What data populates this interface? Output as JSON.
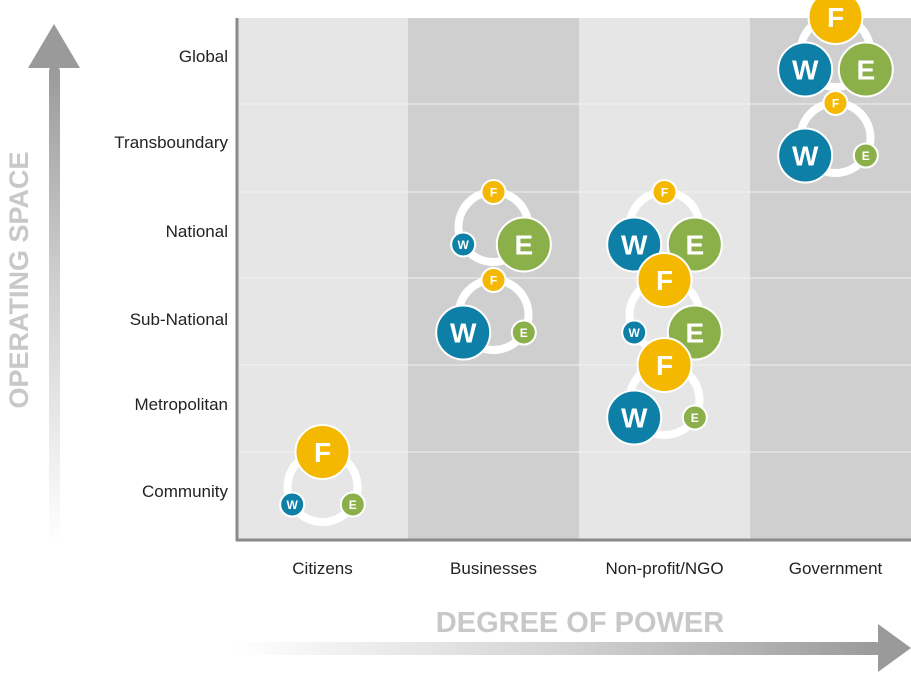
{
  "chart_data": {
    "type": "bubble-matrix",
    "x_axis_title": "DEGREE OF POWER",
    "y_axis_title": "OPERATING SPACE",
    "columns": [
      "Citizens",
      "Businesses",
      "Non-profit/NGO",
      "Government"
    ],
    "rows": [
      "Community",
      "Metropolitan",
      "Sub-National",
      "National",
      "Transboundary",
      "Global"
    ],
    "node_labels": {
      "F": "F",
      "W": "W",
      "E": "E"
    },
    "colors": {
      "F": "#f5b800",
      "W": "#0e7fa6",
      "E": "#8bb04a",
      "column_light": "#e6e6e6",
      "column_dark": "#cfcfcf",
      "axis": "#8a8a8a",
      "arrow": "#b8b8b8",
      "axis_title": "#c8c8c8"
    },
    "groups": [
      {
        "column": "Citizens",
        "row": "Community",
        "F": 3,
        "W": 1,
        "E": 1
      },
      {
        "column": "Businesses",
        "row": "National",
        "F": 1,
        "W": 1,
        "E": 3
      },
      {
        "column": "Businesses",
        "row": "Sub-National",
        "F": 1,
        "W": 3,
        "E": 1
      },
      {
        "column": "Non-profit/NGO",
        "row": "National",
        "F": 1,
        "W": 3,
        "E": 3
      },
      {
        "column": "Non-profit/NGO",
        "row": "Sub-National",
        "F": 3,
        "W": 1,
        "E": 3
      },
      {
        "column": "Non-profit/NGO",
        "row": "Metropolitan",
        "F": 3,
        "W": 3,
        "E": 1
      },
      {
        "column": "Government",
        "row": "Global",
        "F": 3,
        "W": 3,
        "E": 3
      },
      {
        "column": "Government",
        "row": "Transboundary",
        "F": 1,
        "W": 3,
        "E": 1
      }
    ]
  }
}
